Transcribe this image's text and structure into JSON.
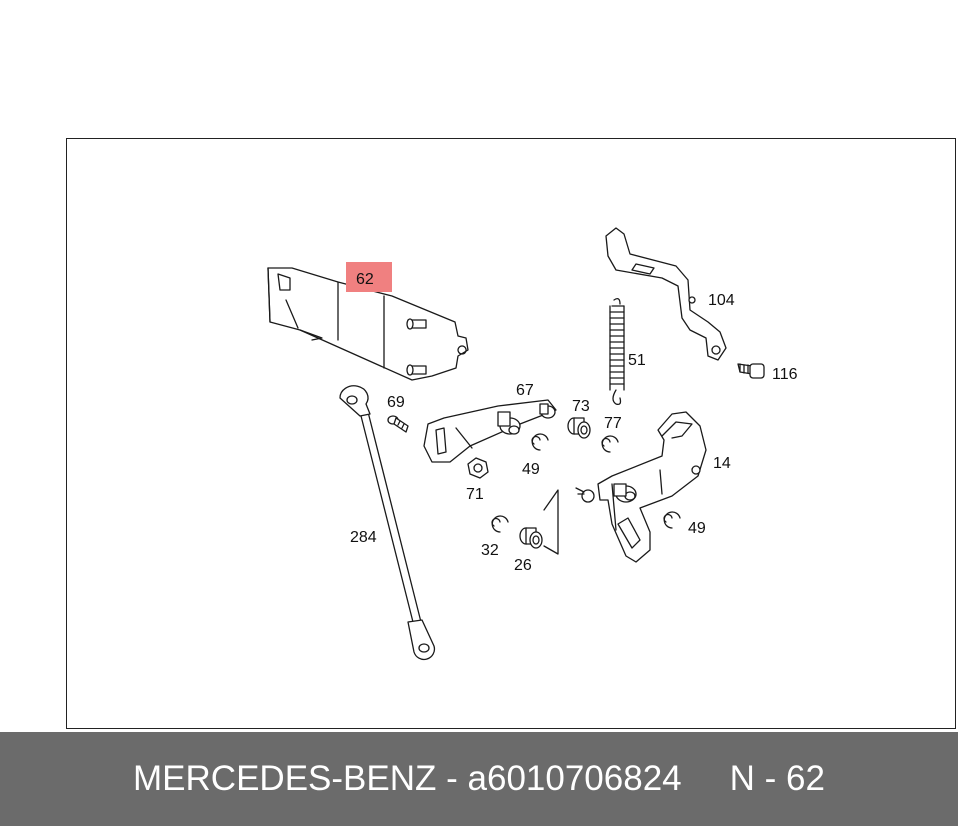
{
  "footer": {
    "brand": "MERCEDES-BENZ",
    "separator": " - ",
    "part_number": "a6010706824",
    "diagram_ref": "N - 62"
  },
  "diagram": {
    "highlight_color": "#f08080",
    "labels": {
      "p62": "62",
      "p104": "104",
      "p51": "51",
      "p116": "116",
      "p67": "67",
      "p69": "69",
      "p73": "73",
      "p77": "77",
      "p49a": "49",
      "p71": "71",
      "p14": "14",
      "p284": "284",
      "p32": "32",
      "p26": "26",
      "p49b": "49"
    }
  }
}
